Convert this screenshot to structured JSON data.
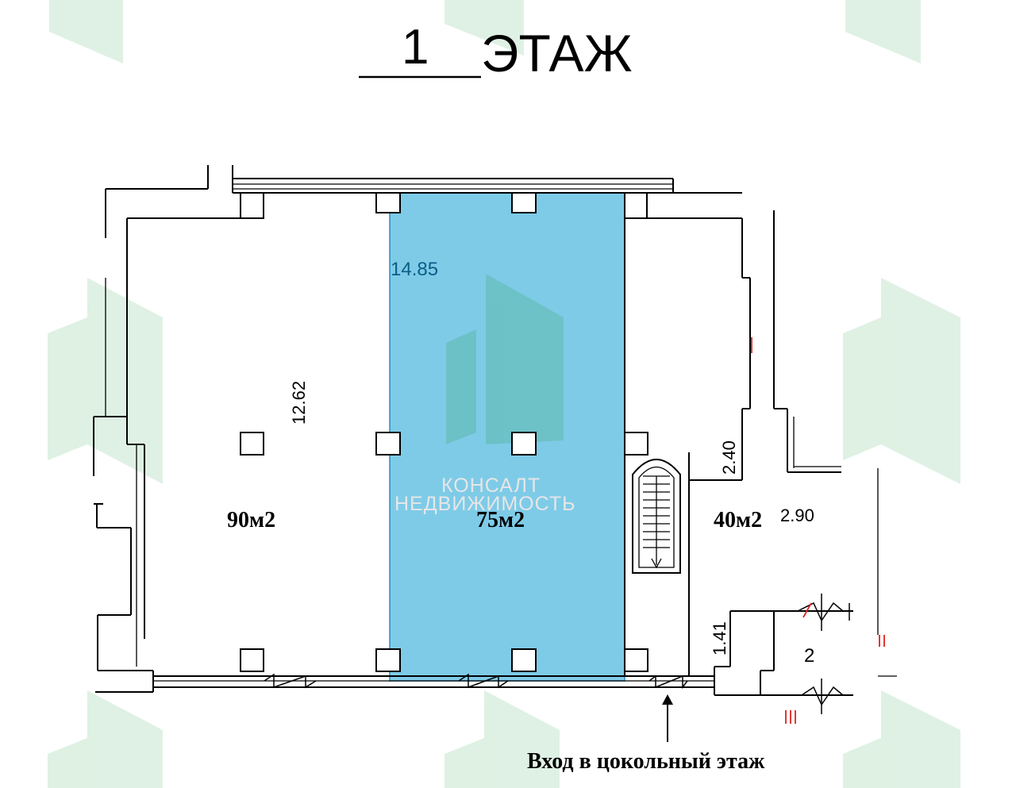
{
  "title": {
    "number": "1",
    "word": "ЭТАЖ"
  },
  "rooms": [
    {
      "area": "90м2"
    },
    {
      "area": "75м2"
    },
    {
      "area": "40м2"
    },
    {
      "area": "2"
    }
  ],
  "dimensions": [
    "14.85",
    "12.62",
    "2.40",
    "2.90",
    "1.41"
  ],
  "entrance_caption": "Вход в цокольный этаж",
  "watermark": [
    "КОНСАЛТ",
    "НЕДВИЖИМОСТЬ"
  ],
  "colors": {
    "highlight": "#7ecbe8",
    "watermark_green": "#b9dfc4",
    "accent_red": "#e0201e",
    "line": "#000000"
  }
}
